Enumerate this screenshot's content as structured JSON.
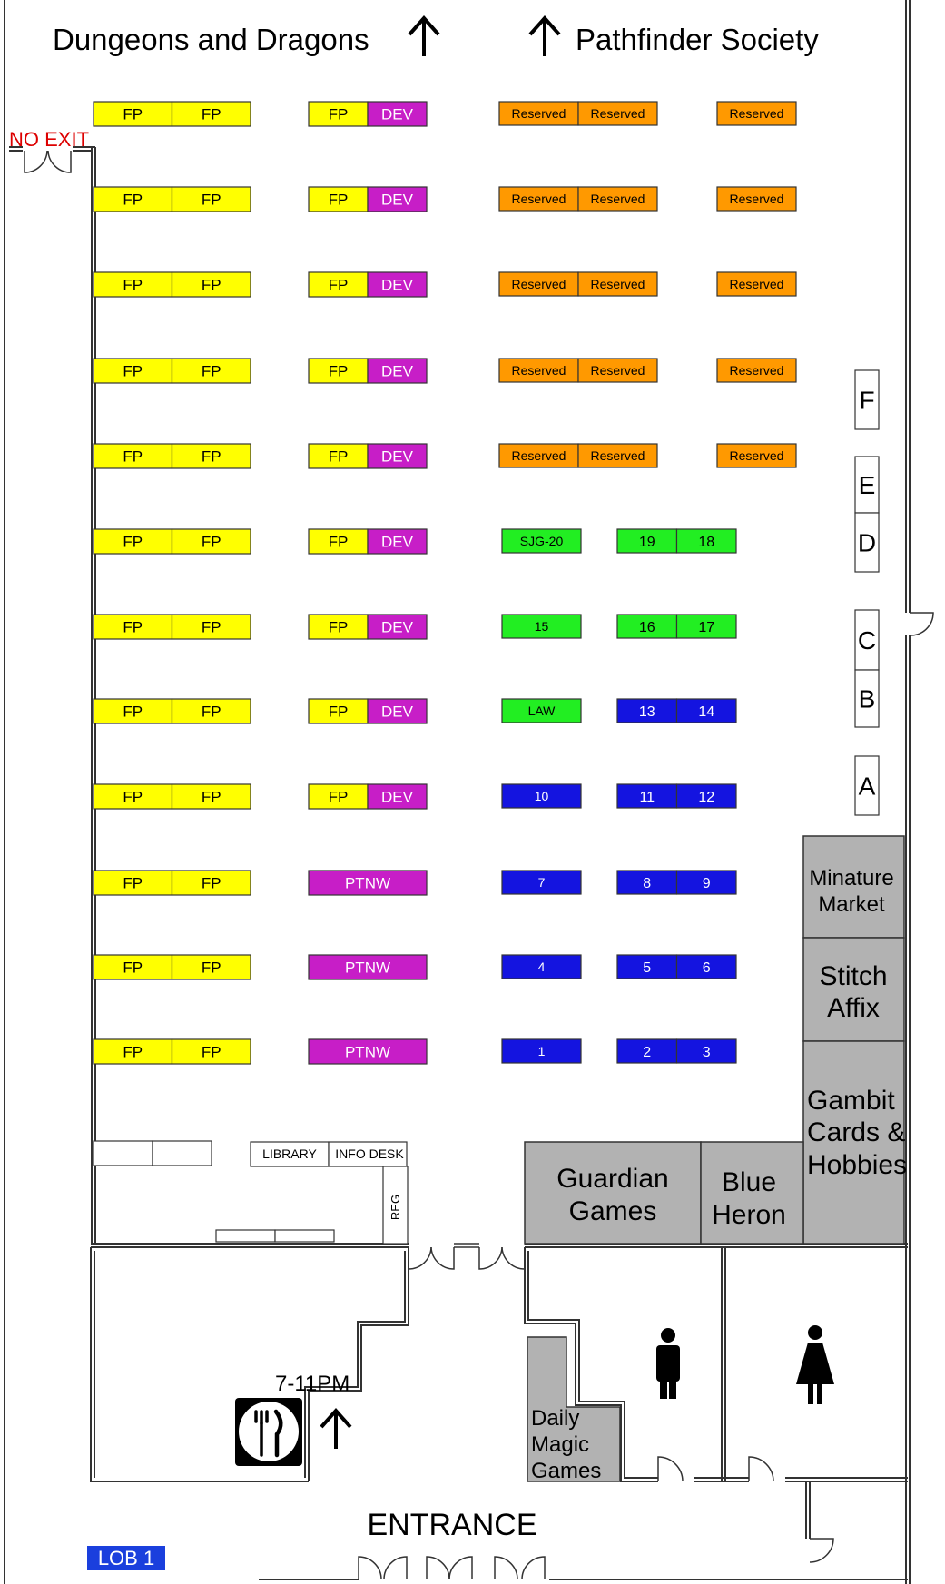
{
  "headers": {
    "left": "Dungeons and Dragons",
    "right": "Pathfinder Society"
  },
  "labels": {
    "no_exit": "NO EXIT",
    "entrance": "ENTRANCE",
    "hours": "7-11PM",
    "lobby": "LOB 1",
    "library": "LIBRARY",
    "info_desk": "INFO DESK",
    "registration": "REG"
  },
  "colors": {
    "fp": "#ffff00",
    "dev": "#c71ec7",
    "reserved": "#ff9900",
    "green": "#22ee22",
    "blue": "#1414e0",
    "vendor": "#b2b2b2",
    "no_exit": "#dd0000",
    "lobby": "#1a3fdd",
    "wall": "#333333"
  },
  "rows": [
    {
      "c1": [
        "FP",
        "FP"
      ],
      "c2": [
        "FP",
        "DEV"
      ],
      "c3": [
        "Reserved",
        "Reserved"
      ],
      "c4": [
        "Reserved"
      ]
    },
    {
      "c1": [
        "FP",
        "FP"
      ],
      "c2": [
        "FP",
        "DEV"
      ],
      "c3": [
        "Reserved",
        "Reserved"
      ],
      "c4": [
        "Reserved"
      ]
    },
    {
      "c1": [
        "FP",
        "FP"
      ],
      "c2": [
        "FP",
        "DEV"
      ],
      "c3": [
        "Reserved",
        "Reserved"
      ],
      "c4": [
        "Reserved"
      ]
    },
    {
      "c1": [
        "FP",
        "FP"
      ],
      "c2": [
        "FP",
        "DEV"
      ],
      "c3": [
        "Reserved",
        "Reserved"
      ],
      "c4": [
        "Reserved"
      ]
    },
    {
      "c1": [
        "FP",
        "FP"
      ],
      "c2": [
        "FP",
        "DEV"
      ],
      "c3": [
        "Reserved",
        "Reserved"
      ],
      "c4": [
        "Reserved"
      ]
    },
    {
      "c1": [
        "FP",
        "FP"
      ],
      "c2": [
        "FP",
        "DEV"
      ],
      "c3": [
        "SJG-20"
      ],
      "c4": [
        "19",
        "18"
      ]
    },
    {
      "c1": [
        "FP",
        "FP"
      ],
      "c2": [
        "FP",
        "DEV"
      ],
      "c3": [
        "15"
      ],
      "c4": [
        "16",
        "17"
      ]
    },
    {
      "c1": [
        "FP",
        "FP"
      ],
      "c2": [
        "FP",
        "DEV"
      ],
      "c3": [
        "LAW"
      ],
      "c4": [
        "13",
        "14"
      ]
    },
    {
      "c1": [
        "FP",
        "FP"
      ],
      "c2": [
        "FP",
        "DEV"
      ],
      "c3": [
        "10"
      ],
      "c4": [
        "11",
        "12"
      ]
    },
    {
      "c1": [
        "FP",
        "FP"
      ],
      "c2": [
        "PTNW"
      ],
      "c3": [
        "7"
      ],
      "c4": [
        "8",
        "9"
      ]
    },
    {
      "c1": [
        "FP",
        "FP"
      ],
      "c2": [
        "PTNW"
      ],
      "c3": [
        "4"
      ],
      "c4": [
        "5",
        "6"
      ]
    },
    {
      "c1": [
        "FP",
        "FP"
      ],
      "c2": [
        "PTNW"
      ],
      "c3": [
        "1"
      ],
      "c4": [
        "2",
        "3"
      ]
    }
  ],
  "side_booths": [
    "F",
    "E",
    "D",
    "C",
    "B",
    "A"
  ],
  "vendors": {
    "minature_market": [
      "Minature",
      "Market"
    ],
    "stitch_affix": [
      "Stitch",
      "Affix"
    ],
    "gambit": [
      "Gambit",
      "Cards &",
      "Hobbies"
    ],
    "guardian": [
      "Guardian",
      "Games"
    ],
    "blue_heron": [
      "Blue",
      "Heron"
    ],
    "daily_magic": [
      "Daily",
      "Magic",
      "Games"
    ]
  },
  "icons": {
    "arrow": "up-arrow-icon",
    "restaurant": "fork-knife-icon",
    "men": "man-icon",
    "women": "woman-icon"
  }
}
